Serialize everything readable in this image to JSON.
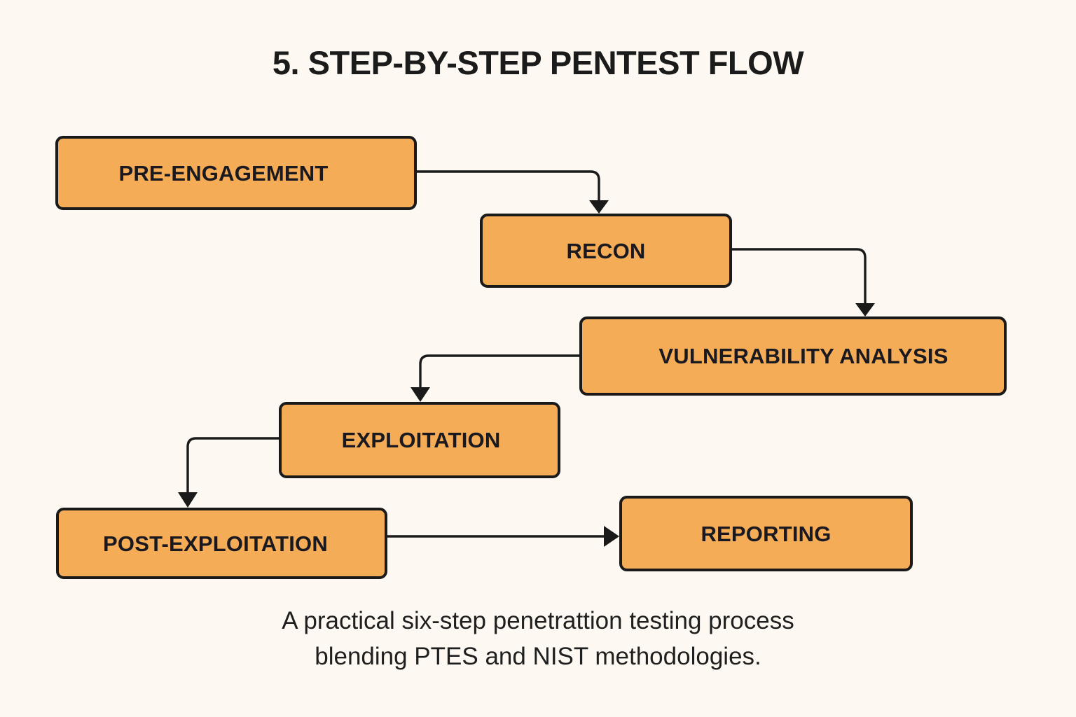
{
  "page": {
    "title": "5. STEP-BY-STEP PENTEST FLOW",
    "background_color": "#FDF9F2",
    "text_color": "#1B1B1B"
  },
  "theme": {
    "node_fill": "#F5AC56",
    "node_border": "#1A1A1A",
    "node_text": "#19191F",
    "connector_color": "#1A1A1A"
  },
  "diagram": {
    "type": "flowchart",
    "orientation": "cascading-staircase",
    "node_count": 6,
    "nodes": [
      {
        "id": "pre-engagement",
        "label": "PRE-ENGAGEMENT",
        "step": 1
      },
      {
        "id": "recon",
        "label": "RECON",
        "step": 2
      },
      {
        "id": "vulnerability",
        "label": "VULNERABILITY ANALYSIS",
        "step": 3
      },
      {
        "id": "exploitation",
        "label": "EXPLOITATION",
        "step": 4
      },
      {
        "id": "post-exploitation",
        "label": "POST-EXPLOITATION",
        "step": 5
      },
      {
        "id": "reporting",
        "label": "REPORTING",
        "step": 6
      }
    ],
    "edges": [
      {
        "from": "pre-engagement",
        "to": "recon",
        "style": "elbow-right-down"
      },
      {
        "from": "recon",
        "to": "vulnerability",
        "style": "elbow-right-down"
      },
      {
        "from": "vulnerability",
        "to": "exploitation",
        "style": "elbow-left-down"
      },
      {
        "from": "exploitation",
        "to": "post-exploitation",
        "style": "elbow-left-down"
      },
      {
        "from": "post-exploitation",
        "to": "reporting",
        "style": "straight-right"
      }
    ]
  },
  "caption": {
    "line1": "A practical six-step penetrattion testing process",
    "line2": "blending PTES and NIST methodologies."
  }
}
